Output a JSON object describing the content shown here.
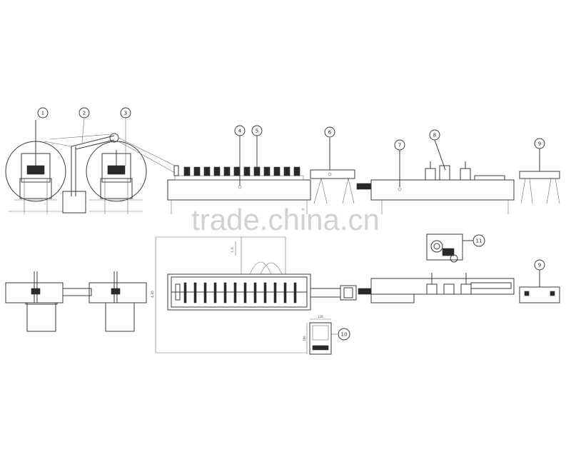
{
  "watermark": "trade.china.cn",
  "callouts": {
    "c1": "1",
    "c2": "2",
    "c3": "3",
    "c4": "4",
    "c5": "5",
    "c6": "6",
    "c7": "7",
    "c8": "8",
    "c9_top": "9",
    "c9_bottom": "9",
    "c10": "10",
    "c11": "11"
  },
  "dimensions": {
    "plan_width": "4.85",
    "plan_depth": "1.6",
    "box_width": "120",
    "box_height": "160"
  }
}
